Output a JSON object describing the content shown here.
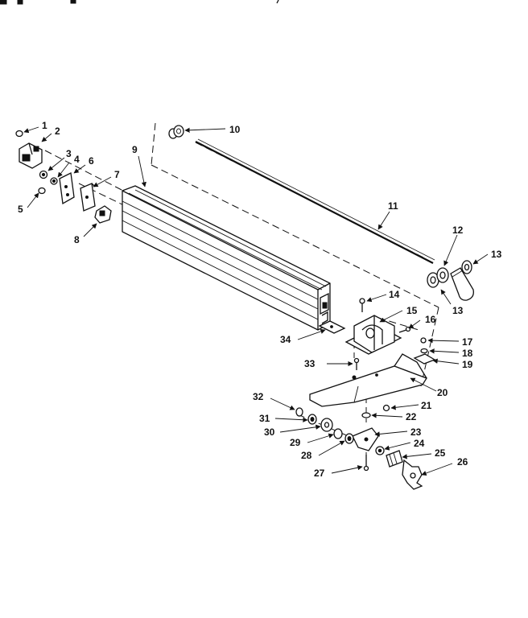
{
  "callouts": [
    "1",
    "2",
    "3",
    "4",
    "5",
    "6",
    "7",
    "8",
    "9",
    "10",
    "11",
    "12",
    "13",
    "13",
    "14",
    "15",
    "16",
    "17",
    "18",
    "19",
    "20",
    "21",
    "22",
    "23",
    "24",
    "25",
    "26",
    "27",
    "28",
    "29",
    "30",
    "31",
    "32",
    "33",
    "34"
  ]
}
